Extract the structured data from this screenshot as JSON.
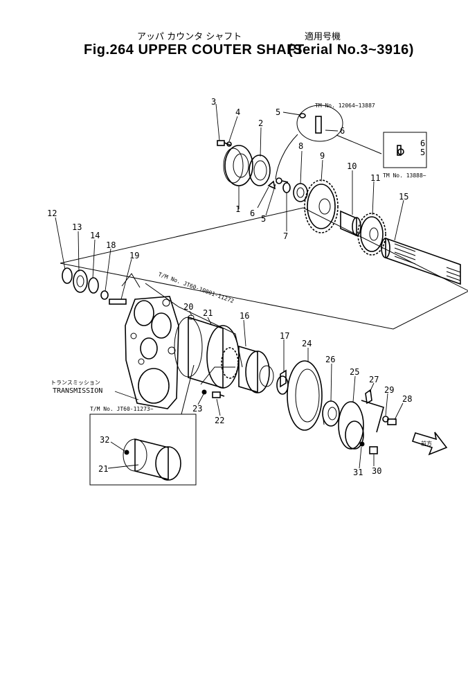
{
  "title": {
    "japanese": "アッパ カウンタ シャフト",
    "applicability_jp": "適用号機",
    "main": "Fig.264 UPPER COUTER SHAFT",
    "serial": "(Serial No.3~3916)"
  },
  "part_labels": [
    "1",
    "2",
    "3",
    "4",
    "5",
    "6",
    "7",
    "8",
    "9",
    "10",
    "11",
    "12",
    "13",
    "14",
    "15",
    "16",
    "17",
    "18",
    "19",
    "20",
    "21",
    "22",
    "23",
    "24",
    "25",
    "26",
    "27",
    "28",
    "29",
    "30",
    "31",
    "32"
  ],
  "notes": {
    "tm_range_a": "TM No. 12064~13887",
    "tm_range_b": "TM No. 13888~",
    "tm_jt60_a": "T/M No. JT60-10001-11272",
    "tm_jt60_b": "T/M No. JT60-11273~",
    "transmission_jp": "トランスミッション",
    "transmission_en": "TRANSMISSION",
    "front_jp": "前方"
  }
}
